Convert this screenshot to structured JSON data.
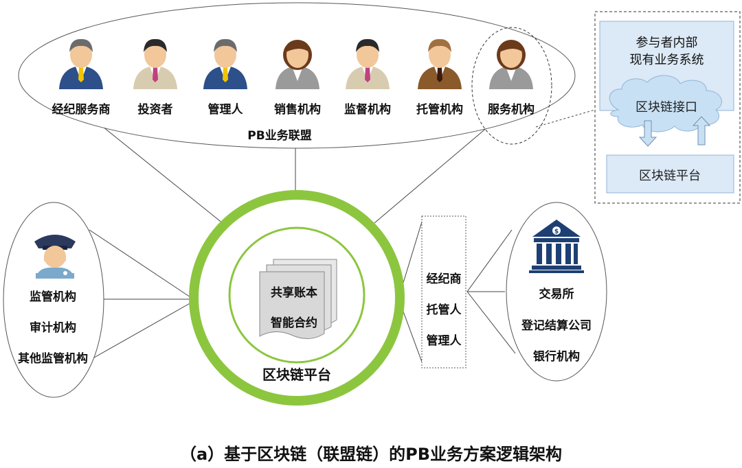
{
  "alliance": {
    "participants": [
      {
        "label": "经纪服务商",
        "icon": "businessman-avatar-icon"
      },
      {
        "label": "投资者",
        "icon": "businessman-avatar-icon"
      },
      {
        "label": "管理人",
        "icon": "businessman-avatar-icon"
      },
      {
        "label": "销售机构",
        "icon": "businesswoman-avatar-icon"
      },
      {
        "label": "监督机构",
        "icon": "businessman-avatar-icon"
      },
      {
        "label": "托管机构",
        "icon": "businessman-avatar-icon"
      },
      {
        "label": "服务机构",
        "icon": "businesswoman-avatar-icon"
      }
    ],
    "title": "PB业务联盟"
  },
  "detail_box": {
    "internal_system": "参与者内部\n现有业务系统",
    "interface": "区块链接口",
    "platform": "区块链平台"
  },
  "regulators": {
    "icon": "police-officer-icon",
    "items": [
      "监管机构",
      "审计机构",
      "其他监管机构"
    ]
  },
  "center": {
    "ledger": "共享账本",
    "contract": "智能合约",
    "platform": "区块链平台"
  },
  "intermediaries": {
    "items": [
      "经纪商",
      "托管人",
      "管理人"
    ]
  },
  "institutions": {
    "icon": "bank-building-icon",
    "items": [
      "交易所",
      "登记结算公司",
      "银行机构"
    ]
  },
  "caption": "（a）基于区块链（联盟链）的PB业务方案逻辑架构",
  "colors": {
    "ring": "#8cc63f",
    "cloud": "#c8e0f4",
    "box": "#dce9f6",
    "box_border": "#8fb4d8"
  }
}
